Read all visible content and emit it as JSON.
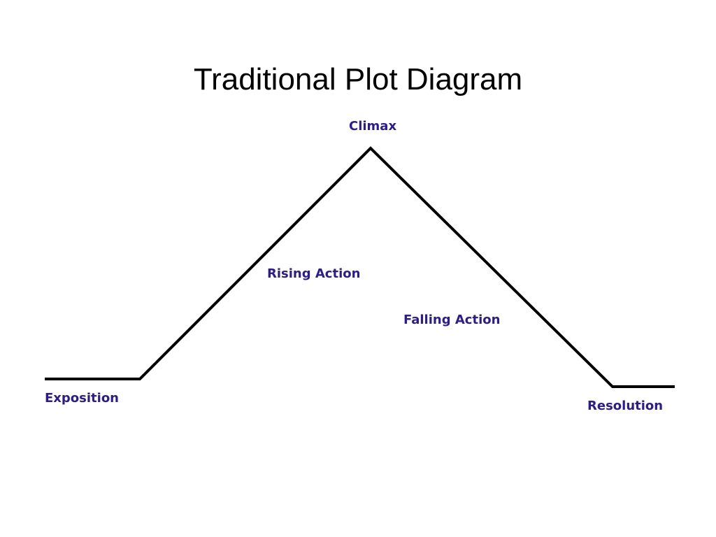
{
  "title": "Traditional Plot Diagram",
  "colors": {
    "label": "#2b1d8f",
    "line": "#000000"
  },
  "stages": {
    "exposition": "Exposition",
    "rising_action": "Rising Action",
    "climax": "Climax",
    "falling_action": "Falling Action",
    "resolution": "Resolution"
  }
}
